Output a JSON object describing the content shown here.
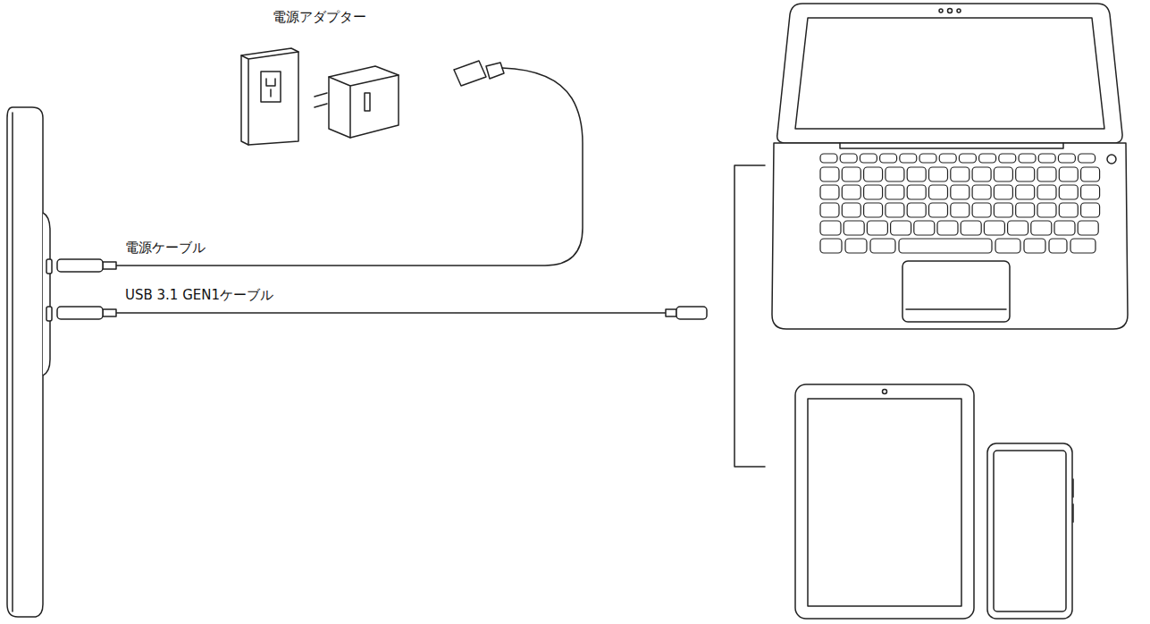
{
  "diagram": {
    "labels": [
      "電源アダプター",
      "電源ケーブル",
      "USB 3.1 GEN1ケーブル"
    ]
  }
}
